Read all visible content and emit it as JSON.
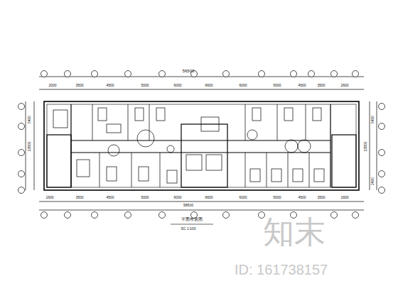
{
  "diagram": {
    "caption": "平面布置图",
    "labels": [
      "56500",
      "2000",
      "3500",
      "4500",
      "5000",
      "6000",
      "6600",
      "6000",
      "5000",
      "4500",
      "3500",
      "2600",
      "1600",
      "3500",
      "4500",
      "5000",
      "6000",
      "6600",
      "6000",
      "5000",
      "4500",
      "3500",
      "1600",
      "58500",
      "5400",
      "13800",
      "5400",
      "2400",
      "13800",
      "SC  1:100",
      "知末",
      "ID: 161738157"
    ]
  }
}
